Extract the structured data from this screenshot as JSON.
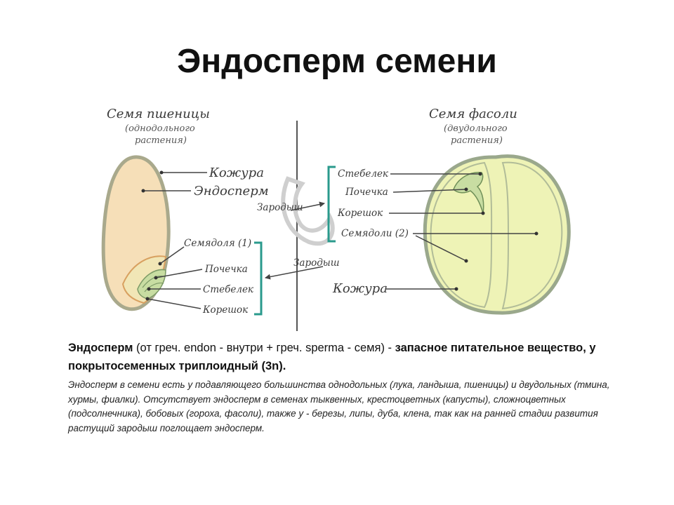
{
  "title": "Эндосперм семени",
  "wheat": {
    "name": "Семя пшеницы",
    "subtitle_line1": "(однодольного",
    "subtitle_line2": "растения)",
    "labels": {
      "coat": "Кожура",
      "endosperm": "Эндосперм",
      "cotyledon": "Семядоля (1)",
      "bud": "Почечка",
      "stem": "Стебелек",
      "root": "Корешок",
      "embryo": "Зародыш"
    }
  },
  "bean": {
    "name": "Семя фасоли",
    "subtitle_line1": "(двудольного",
    "subtitle_line2": "растения)",
    "labels": {
      "stem": "Стебелек",
      "bud": "Почечка",
      "root": "Корешок",
      "cotyledons": "Семядоли (2)",
      "coat": "Кожура",
      "embryo": "Зародыш"
    }
  },
  "text": {
    "term": "Эндосперм",
    "etymology": " (от греч. endon - внутри + греч. sperma - семя) - ",
    "definition": "запасное питательное вещество, у покрытосеменных триплоидный (3n).",
    "details": "Эндосперм в семени есть у подавляющего большинства однодольных (лука, ландыша, пшеницы) и двудольных (тмина, хурмы, фиалки). Отсутствует эндосперм в семенах тыквенных, крестоцветных (капусты), сложноцветных (подсолнечника), бобовых (гороха, фасоли), также у - березы, липы, дуба, клена, так как на ранней стадии развития растущий зародыш поглощает эндосперм."
  },
  "colors": {
    "wheat_fill": "#f6dfb8",
    "wheat_outline": "#a9a98c",
    "bean_fill": "#eef3b6",
    "bean_outline": "#9aa88c",
    "embryo_fill": "#c8dda2",
    "bracket": "#2a9a8c"
  }
}
